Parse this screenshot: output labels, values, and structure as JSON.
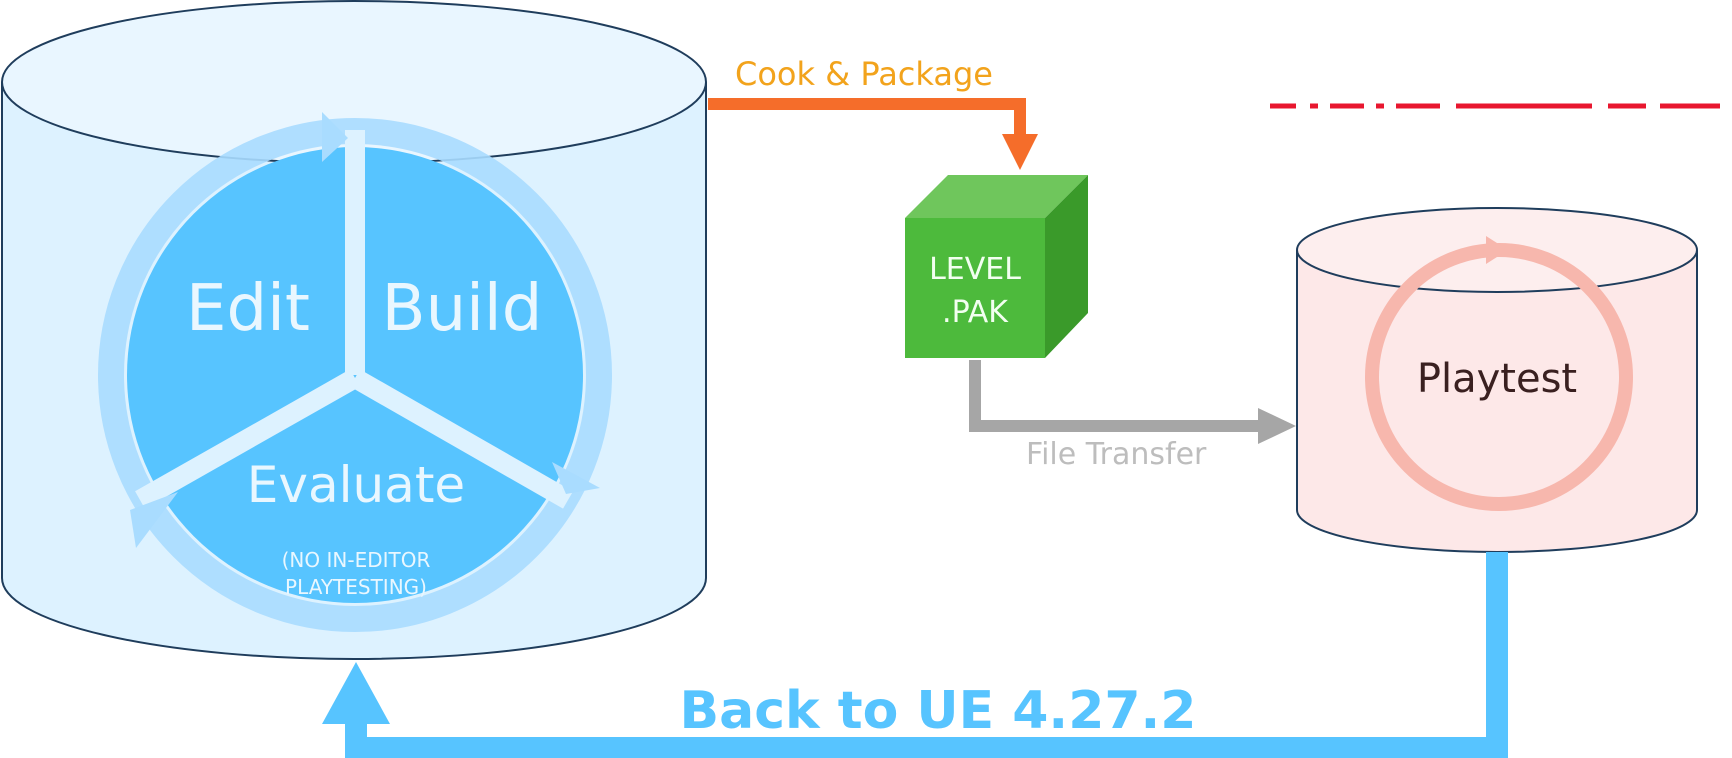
{
  "editor_cycle": {
    "edit_label": "Edit",
    "build_label": "Build",
    "evaluate_label": "Evaluate",
    "note_line1": "(NO IN-EDITOR",
    "note_line2": "PLAYTESTING)"
  },
  "cook_package": {
    "label": "Cook & Package"
  },
  "level_pak": {
    "line1": "LEVEL",
    "line2": ".PAK"
  },
  "file_transfer": {
    "label": "File Transfer"
  },
  "playtest": {
    "label": "Playtest"
  },
  "back_to_ue": {
    "label": "Back to UE 4.27.2"
  },
  "colors": {
    "editor_cylinder_fill": "#ddf2ff",
    "editor_cylinder_stroke": "#1f3d5c",
    "cycle_disc": "#57c4ff",
    "cycle_ring": "#a9dcff",
    "cook_orange": "#f56d2a",
    "cook_label": "#f2a31c",
    "pak_green": "#4dba3c",
    "pak_green_top": "#6fc65c",
    "pak_green_side": "#3a9a2a",
    "transfer_gray": "#a6a6a6",
    "playtest_fill": "#fde8e8",
    "playtest_ring": "#f7b7ad",
    "back_blue": "#57c4ff",
    "dash_red": "#e8172f"
  }
}
